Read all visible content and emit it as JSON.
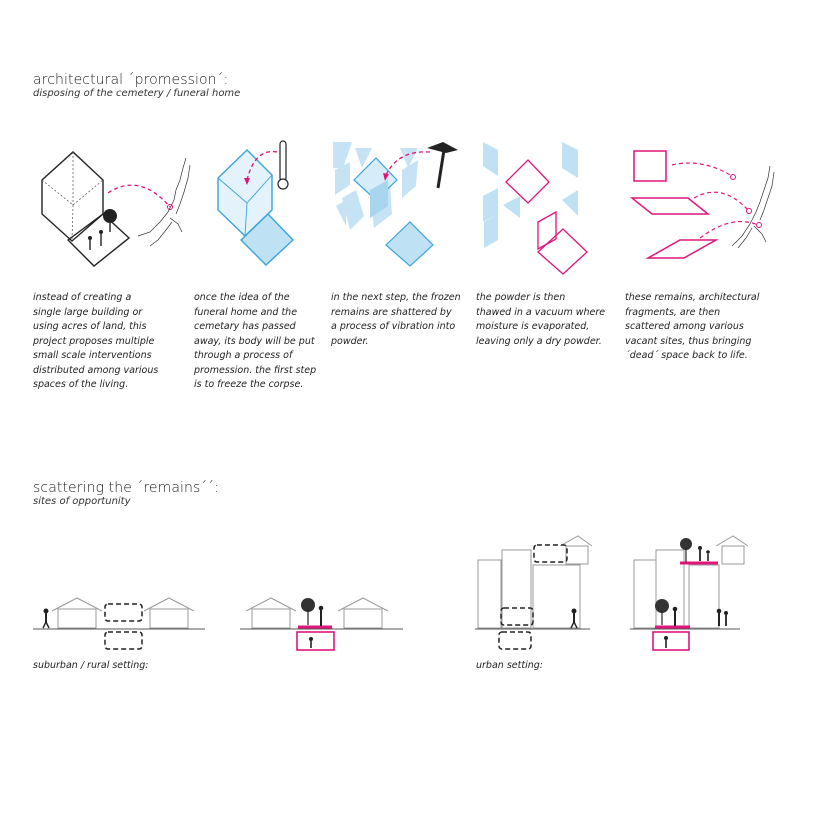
{
  "section1": {
    "title": "architectural ´promession´:",
    "subtitle": "disposing of the cemetery / funeral home",
    "steps": [
      "instead of creating a\nsingle large building or\nusing acres of land, this\nproject proposes multiple\nsmall scale interventions\ndistributed among various\nspaces of the living.",
      "once the idea of the\nfuneral home and the\ncemetary has passed\naway, its body will be put\nthrough a process of\npromession. the first step\nis to freeze the corpse.",
      "in the next step, the frozen\nremains are shattered by\na process of vibration into\npowder.",
      "the powder is then\nthawed in a vacuum where\nmoisture is  evaporated,\nleaving only a dry powder.",
      "these remains, architectural\nfragments, are then\nscattered among various\nvacant sites, thus bringing\n´dead´ space back to life."
    ]
  },
  "section2": {
    "title": "scattering the ´remains´´:",
    "subtitle": "sites of opportunity",
    "suburban_label": "suburban / rural setting:",
    "urban_label": "urban setting:"
  },
  "colors": {
    "magenta": "#e0157a",
    "blue": "#3aa4d8",
    "light_blue": "#bfe1f4",
    "line": "#222222",
    "gray": "#9a9a9a"
  }
}
